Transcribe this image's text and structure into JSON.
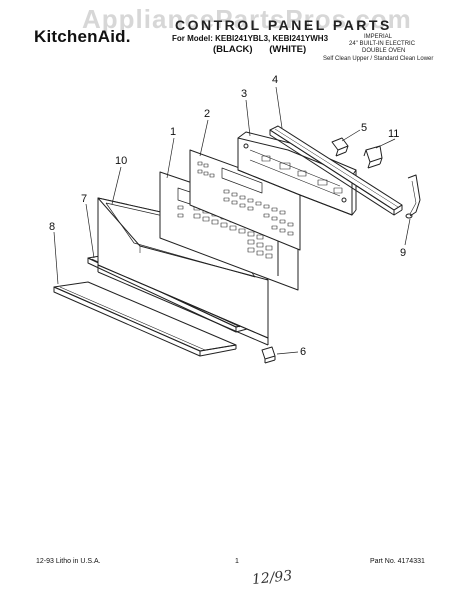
{
  "watermark": "AppliancePartsPros.com",
  "brand": "KitchenAid.",
  "header": {
    "title": "CONTROL PANEL PARTS",
    "model_line": "For Model: KEBI241YBL3, KEBI241YWH3",
    "colors": "(BLACK) (WHITE)"
  },
  "spec": {
    "line1": "IMPERIAL",
    "line2": "24\" BUILT-IN ELECTRIC",
    "line3": "DOUBLE OVEN",
    "line4": "Self Clean Upper / Standard Clean Lower"
  },
  "callouts": {
    "c1": "1",
    "c2": "2",
    "c3": "3",
    "c4": "4",
    "c5": "5",
    "c6": "6",
    "c7": "7",
    "c8": "8",
    "c9": "9",
    "c10": "10",
    "c11": "11"
  },
  "footer": {
    "left": "12-93 Litho in U.S.A.",
    "page": "1",
    "part_no": "Part No. 4174331"
  },
  "handwritten_date": "12/93"
}
